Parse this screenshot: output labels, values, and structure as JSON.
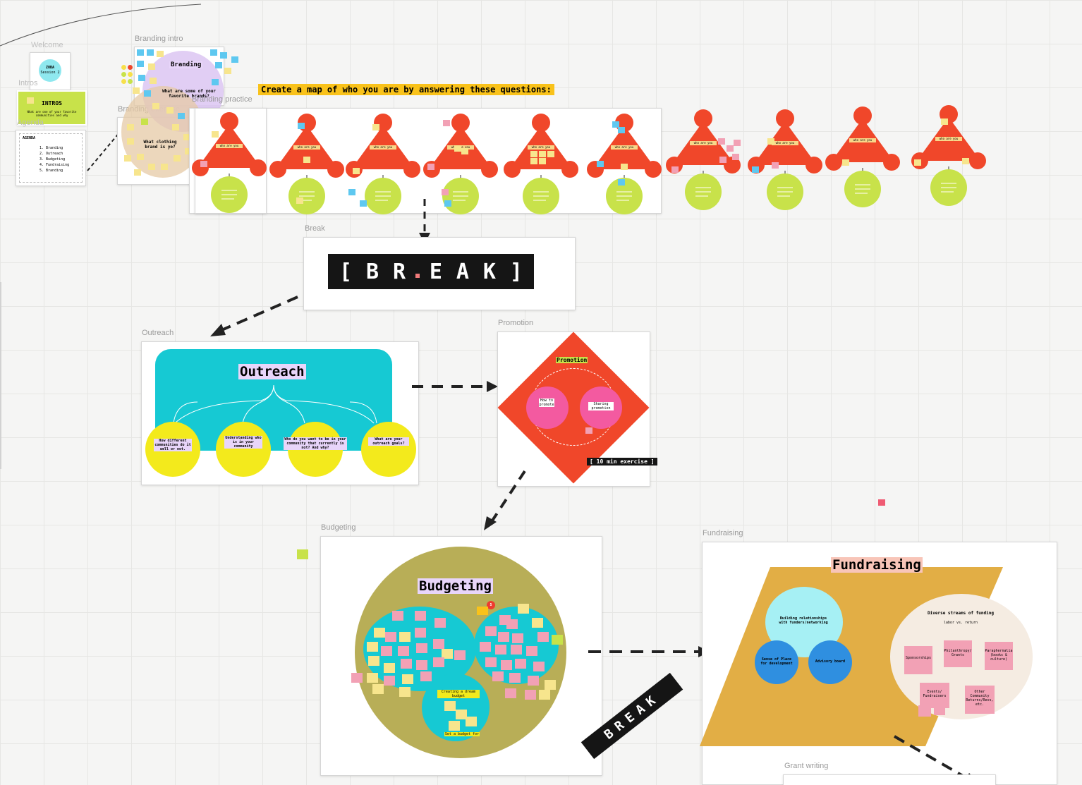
{
  "frames": {
    "welcome": {
      "label": "Welcome",
      "card_title": "ZOBA",
      "card_sub": "Session 2"
    },
    "intros": {
      "label": "Intros",
      "card_title": "INTROS",
      "card_text": "What are one of your favorite communities and why"
    },
    "agenda": {
      "label": "Agenda",
      "title": "AGENDA",
      "items": [
        "1. Branding",
        "2. Outreach",
        "3. Budgeting",
        "4. Fundraising",
        "5. Branding"
      ]
    },
    "branding_intro": {
      "label": "Branding intro",
      "title": "Branding",
      "question1": "What are some of your favorite brands?",
      "question2": "What clothing brand is yo?"
    },
    "branding_exercise": {
      "label": "Branding exercise"
    },
    "branding_practice": {
      "label": "Branding practice"
    },
    "map_prompt": "Create a map of who you are by answering these questions:",
    "triangle_center_label": "who are you",
    "break": {
      "label": "Break",
      "letters": [
        "B",
        "R",
        "E",
        "A",
        "K"
      ],
      "left_bracket": "[",
      "right_bracket": "]"
    },
    "outreach": {
      "label": "Outreach",
      "title": "Outreach",
      "circles": [
        "How different communities do it well or not.",
        "Understanding who is in your community",
        "Who do you want to be in your community that currently is not? And why?",
        "What are your outreach goals?"
      ]
    },
    "promotion": {
      "label": "Promotion",
      "title": "Promotion",
      "left_circle": "How to promote",
      "right_circle": "Sharing promotion",
      "exercise_tag": "[ 10 min exercise ]"
    },
    "budgeting": {
      "label": "Budgeting",
      "title": "Budgeting",
      "center_label": "Creating a dream budget",
      "bottom_label": "Set a budget for",
      "badge": "5"
    },
    "fundraising": {
      "label": "Fundraising",
      "title": "Fundraising",
      "top_circle": "Building relationships with funders/networking",
      "left_circle": "Sense of Place for development",
      "right_circle": "Advisory board",
      "diverse_title": "Diverse streams of funding",
      "diverse_sub": "labor vs. return",
      "notes": [
        "Sponsorships",
        "Philanthropy/ Grants",
        "Paraphernalia (books & culture)",
        "Events/ Fundraisers",
        "Other Community Returns/Revs, etc."
      ]
    },
    "break2": {
      "label": "BREAK"
    },
    "grant_writing": {
      "label": "Grant writing"
    }
  },
  "colors": {
    "orange_red": "#f0472a",
    "lime": "#c8e24a",
    "cyan": "#16c9d3",
    "yellow": "#f3ea1c",
    "olive": "#b8ae57",
    "gold": "#e2ae45",
    "pink": "#f2a1b5",
    "blue": "#2f8fe0",
    "lavender": "#e3ccf7",
    "salmon": "#f8c5b8",
    "cream": "#f5ece2"
  }
}
